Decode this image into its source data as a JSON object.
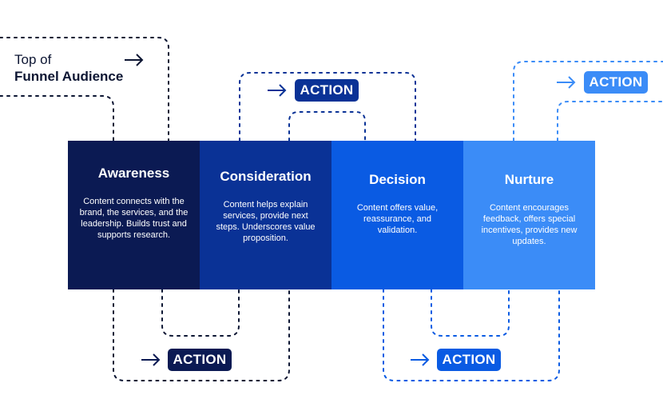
{
  "top_label": {
    "line1": "Top of",
    "line2": "Funnel Audience"
  },
  "stages": [
    {
      "title": "Awareness",
      "description": "Content connects with the brand, the services, and the leadership. Builds trust and supports research.",
      "color": "#0b1a53"
    },
    {
      "title": "Consideration",
      "description": "Content helps explain services, provide next steps. Underscores value proposition.",
      "color": "#0a3296"
    },
    {
      "title": "Decision",
      "description": "Content offers value, reassurance, and validation.",
      "color": "#0a5be3"
    },
    {
      "title": "Nurture",
      "description": "Content encourages feedback, offers special incentives, provides new updates.",
      "color": "#3b8cf7"
    }
  ],
  "actions": [
    {
      "label": "ACTION",
      "color": "#0a3296"
    },
    {
      "label": "ACTION",
      "color": "#0b1a53"
    },
    {
      "label": "ACTION",
      "color": "#0a5be3"
    },
    {
      "label": "ACTION",
      "color": "#3b8cf7"
    }
  ],
  "colors": {
    "dark": "#0d1633",
    "navy": "#0b1a53",
    "royal": "#0a3296",
    "blue": "#0a5be3",
    "light": "#3b8cf7"
  }
}
